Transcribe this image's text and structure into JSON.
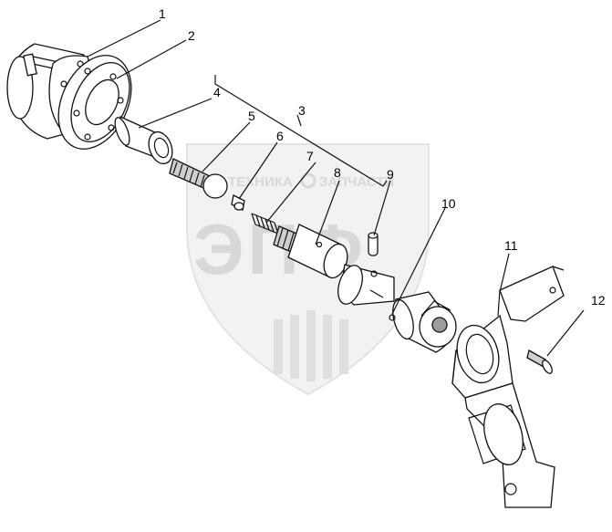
{
  "watermark": {
    "top_left": "ТЕХНИКА",
    "top_right": "ЗАПЧАСТИ",
    "big": "ЭПФ"
  },
  "callouts": [
    {
      "num": "1"
    },
    {
      "num": "2"
    },
    {
      "num": "3"
    },
    {
      "num": "4"
    },
    {
      "num": "5"
    },
    {
      "num": "6"
    },
    {
      "num": "7"
    },
    {
      "num": "8"
    },
    {
      "num": "9"
    },
    {
      "num": "10"
    },
    {
      "num": "11"
    },
    {
      "num": "12"
    }
  ]
}
